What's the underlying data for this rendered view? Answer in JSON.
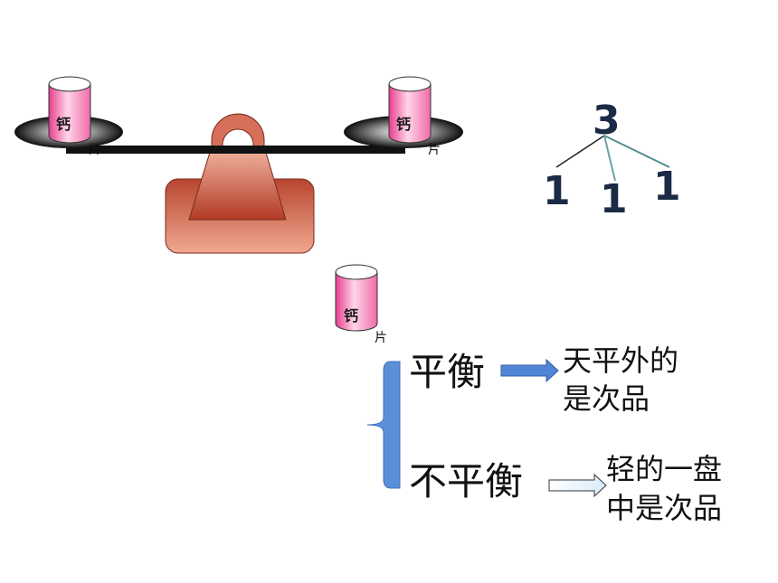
{
  "scale": {
    "left_cup_label": "钙",
    "left_cup_suffix": "片",
    "right_cup_label": "钙",
    "right_cup_suffix": "片"
  },
  "extra_cup": {
    "label": "钙",
    "suffix": "片"
  },
  "tree": {
    "root": "3",
    "leaves": [
      "1",
      "1",
      "1"
    ]
  },
  "outcomes": [
    {
      "condition": "平衡",
      "result_lines": [
        "天平外的",
        "是次品"
      ]
    },
    {
      "condition": "不平衡",
      "result_lines": [
        "轻的一盘",
        "中是次品"
      ]
    }
  ],
  "colors": {
    "cup_pink": "#e8559a",
    "base_brown": "#b3432c",
    "brace_blue": "#5b8fd8",
    "arrow_blue": "#4f86d6",
    "tree_line_teal": "#5a9a9a"
  }
}
